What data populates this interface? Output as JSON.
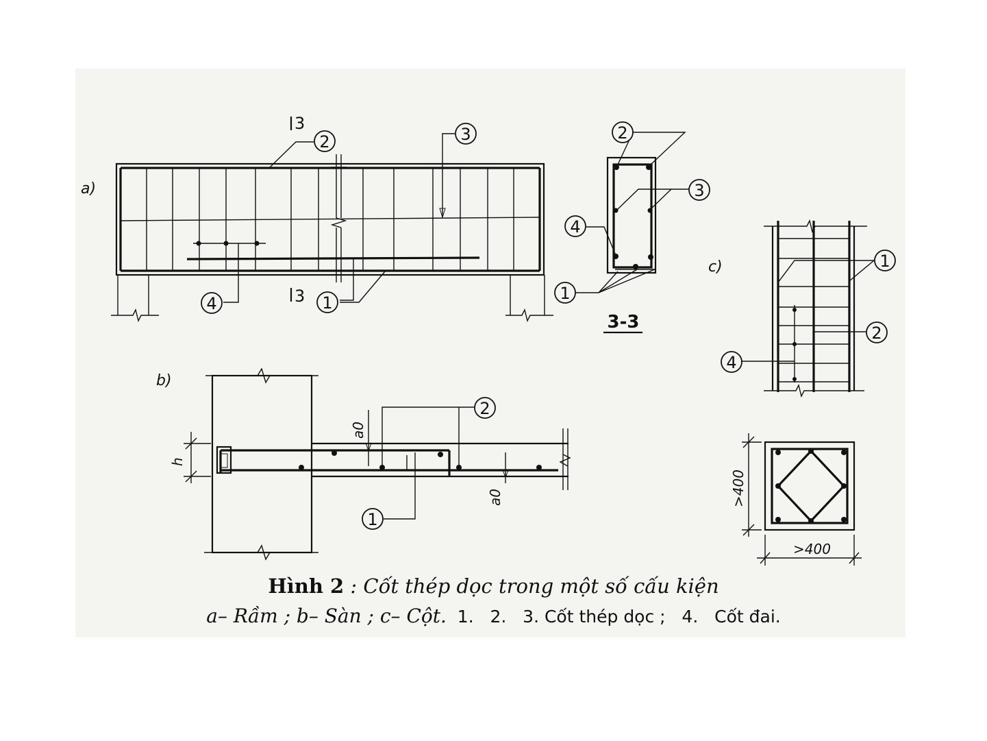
{
  "panels": {
    "a": "a)",
    "b": "b)",
    "c": "c)"
  },
  "cut_marks": {
    "top": "3",
    "bottom": "3"
  },
  "section_title": "3-3",
  "callouts": {
    "one": "1",
    "two": "2",
    "three": "3",
    "four": "4"
  },
  "dimensions": {
    "h": "h",
    "a0_top": "a0",
    "a0_bottom": "a0",
    "col_width": ">400",
    "col_height": ">400"
  },
  "caption": {
    "title_bold": "Hình 2",
    "title_rest": " : Cốt thép dọc trong một số cấu kiện",
    "legend_italic": "a– Rầm ; b– Sàn ; c– Cột.",
    "legend_plain": "  1.   2.   3. Cốt thép dọc ;   4.   Cốt đai."
  },
  "colors": {
    "ink": "#111111",
    "paper": "#f4f4f1",
    "background": "#ffffff"
  }
}
